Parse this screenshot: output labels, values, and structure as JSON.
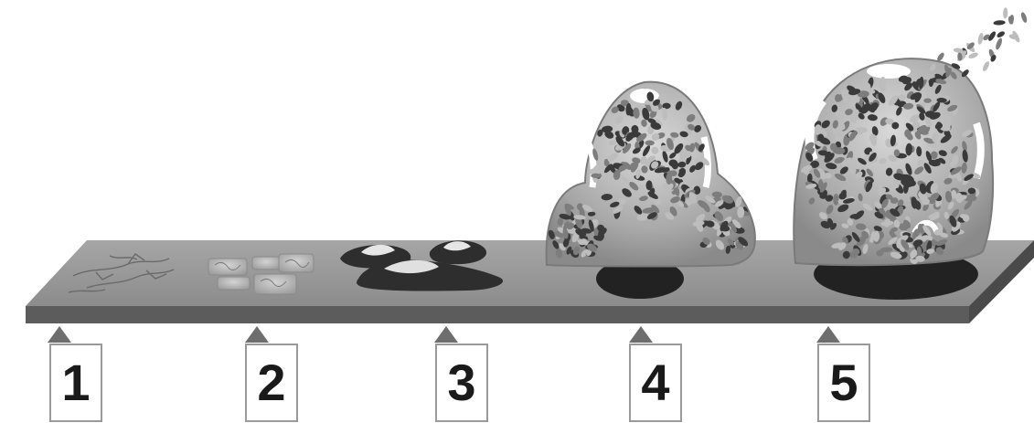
{
  "stages": [
    {
      "id": "stage-1",
      "label": "1"
    },
    {
      "id": "stage-2",
      "label": "2"
    },
    {
      "id": "stage-3",
      "label": "3"
    },
    {
      "id": "stage-4",
      "label": "4"
    },
    {
      "id": "stage-5",
      "label": "5"
    }
  ],
  "colors": {
    "plate_top": "#9a9a9a",
    "plate_front": "#5c5c5c",
    "marker": "#6e6e6e",
    "label_border": "#9a9a9a",
    "cell_dark": "#3a3a3a",
    "cell_mid": "#7d7d7d",
    "cell_light": "#bdbdbd"
  }
}
